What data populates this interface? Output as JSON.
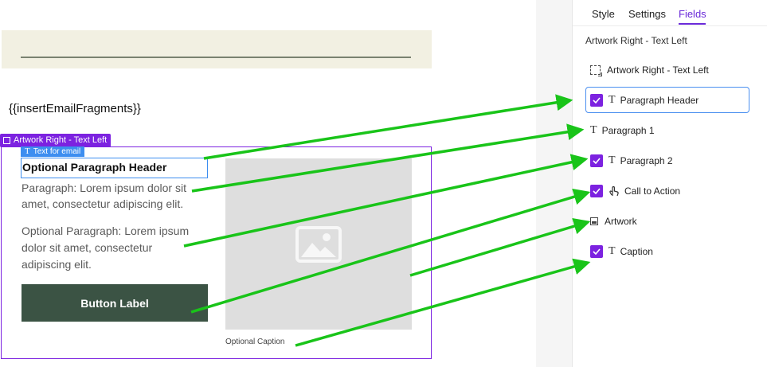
{
  "canvas": {
    "fragments_text": "{{insertEmailFragments}}",
    "component_tag": "Artwork Right - Text Left",
    "text_tag": "Text for email",
    "paragraph_header": "Optional Paragraph Header",
    "paragraph_1": "Paragraph: Lorem ipsum dolor sit amet, consectetur adipiscing elit.",
    "paragraph_2": "Optional Paragraph: Lorem ipsum dolor sit amet, consectetur adipiscing elit.",
    "button_label": "Button Label",
    "caption": "Optional Caption"
  },
  "panel": {
    "tabs": [
      {
        "label": "Style",
        "active": false
      },
      {
        "label": "Settings",
        "active": false
      },
      {
        "label": "Fields",
        "active": true
      }
    ],
    "title": "Artwork Right - Text Left",
    "fields": [
      {
        "label": "Artwork Right - Text Left",
        "icon": "selection-icon",
        "checked": null
      },
      {
        "label": "Paragraph Header",
        "icon": "text-icon",
        "checked": true,
        "selected": true
      },
      {
        "label": "Paragraph 1",
        "icon": "text-icon",
        "checked": false
      },
      {
        "label": "Paragraph 2",
        "icon": "text-icon",
        "checked": true
      },
      {
        "label": "Call to Action",
        "icon": "pointer-hand-icon",
        "checked": true
      },
      {
        "label": "Artwork",
        "icon": "image-icon",
        "checked": false
      },
      {
        "label": "Caption",
        "icon": "text-icon",
        "checked": true
      }
    ]
  },
  "colors": {
    "accent_purple": "#7c22e0",
    "selection_blue": "#3d8ef0",
    "button_green": "#3b5344",
    "arrow_green": "#19c419"
  }
}
